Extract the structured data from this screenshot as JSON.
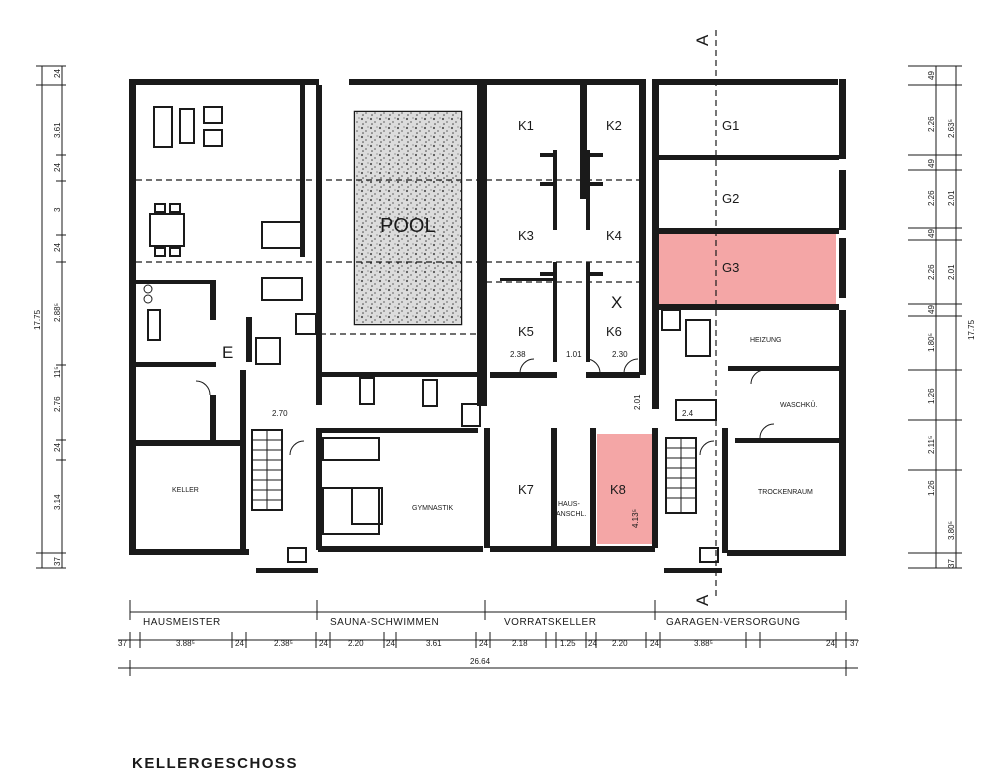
{
  "title": "KELLERGESCHOSS",
  "highlight_color": "#f4a6a6",
  "pool": {
    "label": "POOL"
  },
  "section_marker": "A",
  "x_mark": "X",
  "entrance_label": "E",
  "rooms": {
    "k1": "K1",
    "k2": "K2",
    "k3": "K3",
    "k4": "K4",
    "k5": "K5",
    "k6": "K6",
    "k7": "K7",
    "k8": "K8",
    "g1": "G1",
    "g2": "G2",
    "g3": "G3",
    "keller": "KELLER",
    "gymnastik": "GYMNASTIK",
    "heizung": "HEIZUNG",
    "waschkue": "WASCHKÜ.",
    "trockenraum": "TROCKENRAUM",
    "hausanschl": [
      "HAUS-",
      "ANSCHL."
    ]
  },
  "sections": [
    "HAUSMEISTER",
    "SAUNA-SCHWIMMEN",
    "VORRATSKELLER",
    "GARAGEN-VERSORGUNG"
  ],
  "bottom_dims": [
    "37",
    "3.88⁵",
    "24",
    "2.38⁵",
    "24",
    "2.20",
    "24",
    "3.61",
    "24",
    "2.18",
    "1.25",
    "24",
    "2.20",
    "24",
    "3.88⁵",
    "24",
    "37"
  ],
  "total_width": "26.64",
  "inner_dims": [
    "2.38",
    "1.01",
    "2.30",
    "2.01",
    "4.13⁵",
    "2.70",
    "2.4"
  ],
  "left_dims": [
    "24",
    "3.61",
    "24",
    "3",
    "24",
    "2.88⁵",
    "11⁵",
    "2.76",
    "24",
    "3.14",
    "37"
  ],
  "left_total": "17.75",
  "right_dims": [
    "49",
    "2.26",
    "2.63⁵",
    "49",
    "2.26",
    "2.01",
    "49",
    "2.26",
    "2.01",
    "49",
    "1.80⁵",
    "1.26",
    "2.11⁵",
    "1.26",
    "3.80⁵",
    "37"
  ],
  "right_total": "17.75"
}
